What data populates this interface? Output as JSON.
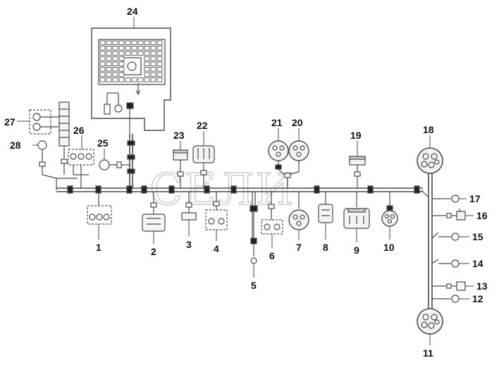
{
  "watermark": "СЕЛИ",
  "colors": {
    "line": "#4a4a4a",
    "fill": "#f4f4f4",
    "ink": "#111111",
    "watermark": "#c9c9c9"
  },
  "labels": {
    "l1": "1",
    "l2": "2",
    "l3": "3",
    "l4": "4",
    "l5": "5",
    "l6": "6",
    "l7": "7",
    "l8": "8",
    "l9": "9",
    "l10": "10",
    "l11": "11",
    "l12": "12",
    "l13": "13",
    "l14": "14",
    "l15": "15",
    "l16": "16",
    "l17": "17",
    "l18": "18",
    "l19": "19",
    "l20": "20",
    "l21": "21",
    "l22": "22",
    "l23": "23",
    "l24": "24",
    "l25": "25",
    "l26": "26",
    "l27": "27",
    "l28": "28"
  }
}
